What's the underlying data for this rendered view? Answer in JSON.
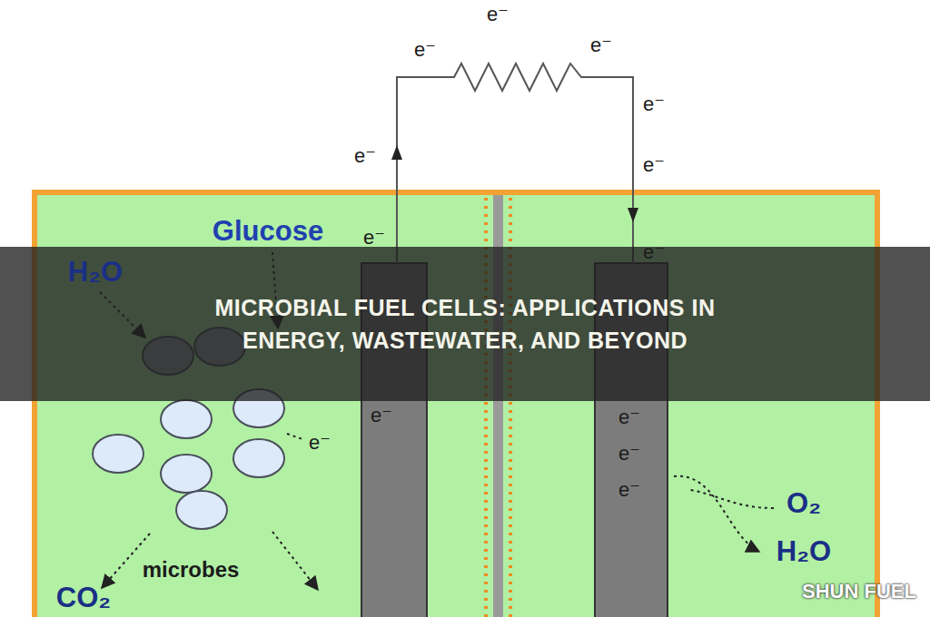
{
  "diagram": {
    "title": "MICROBIAL FUEL CELLS: APPLICATIONS IN ENERGY, WASTEWATER, AND BEYOND",
    "labels": [
      "e⁻",
      "e⁻",
      "e⁻",
      "e⁻",
      "e⁻",
      "e⁻",
      "Glucose",
      "e⁻",
      "e⁻",
      "H₂O",
      "e⁻",
      "e⁻",
      "e⁻",
      "e⁻",
      "e⁻",
      "O₂",
      "microbes",
      "H₂O",
      "SHUN FUEL",
      "CO₂"
    ]
  }
}
